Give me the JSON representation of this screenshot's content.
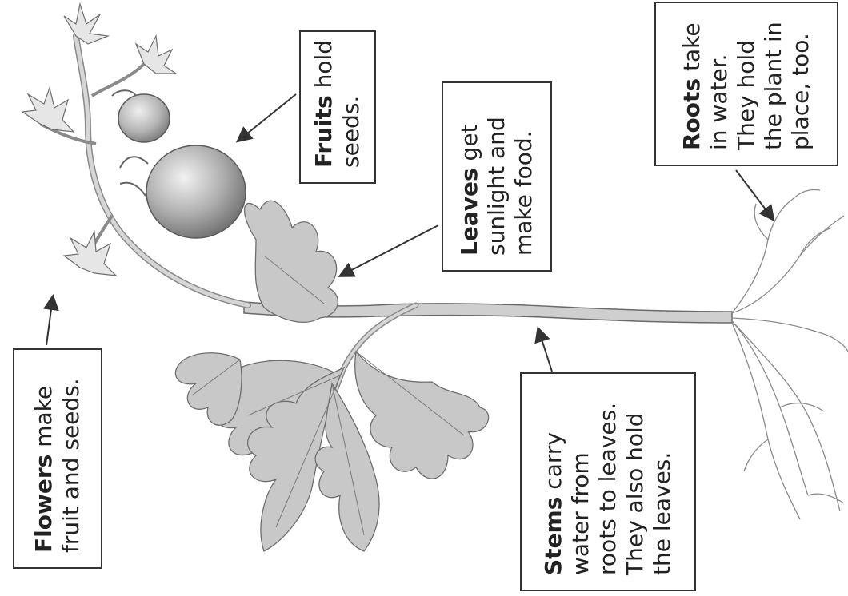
{
  "labels": {
    "flowers": {
      "term": "Flowers",
      "lines": [
        "make",
        "fruit and seeds."
      ]
    },
    "fruits": {
      "term": "Fruits",
      "lines": [
        "hold",
        "seeds."
      ]
    },
    "leaves": {
      "term": "Leaves",
      "lines": [
        "get",
        "sunlight and",
        "make food."
      ]
    },
    "stems": {
      "term": "Stems",
      "lines": [
        "carry",
        "water from",
        "roots to leaves.",
        "They also hold",
        "the leaves."
      ]
    },
    "roots": {
      "term": "Roots",
      "lines": [
        "take",
        "in water.",
        "They hold",
        "the plant in",
        "place, too."
      ]
    }
  },
  "colors": {
    "stem": "#bdbdbd",
    "fruit": "#9e9e9e",
    "leaf": "#c4c4c4",
    "line": "#333333"
  }
}
